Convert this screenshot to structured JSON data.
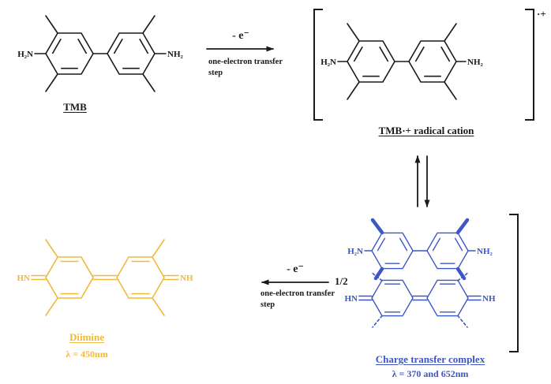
{
  "colors": {
    "ink": "#1a1a1a",
    "blue": "#3d56c5",
    "gold": "#f0b93a"
  },
  "tmb": {
    "caption": "TMB",
    "amine_left": "H₂N",
    "amine_right": "NH₂"
  },
  "arrow_top": {
    "label": "- e⁻",
    "sublabel": "one-electron transfer step"
  },
  "radical_cation": {
    "caption": "TMB·+ radical cation",
    "charge": "·+",
    "amine_left": "H₂N",
    "amine_right": "NH₂"
  },
  "charge_transfer": {
    "caption": "Charge transfer complex",
    "lambda": "λ = 370 and 652nm",
    "amine_left": "H₂N",
    "amine_right": "NH₂",
    "imine_left": "HN",
    "imine_right": "NH"
  },
  "arrow_bottom": {
    "label": "- e⁻",
    "sublabel": "one-electron transfer step",
    "coefficient": "1/2"
  },
  "diimine": {
    "caption": "Diimine",
    "lambda": "λ = 450nm",
    "imine_left": "HN",
    "imine_right": "NH"
  }
}
